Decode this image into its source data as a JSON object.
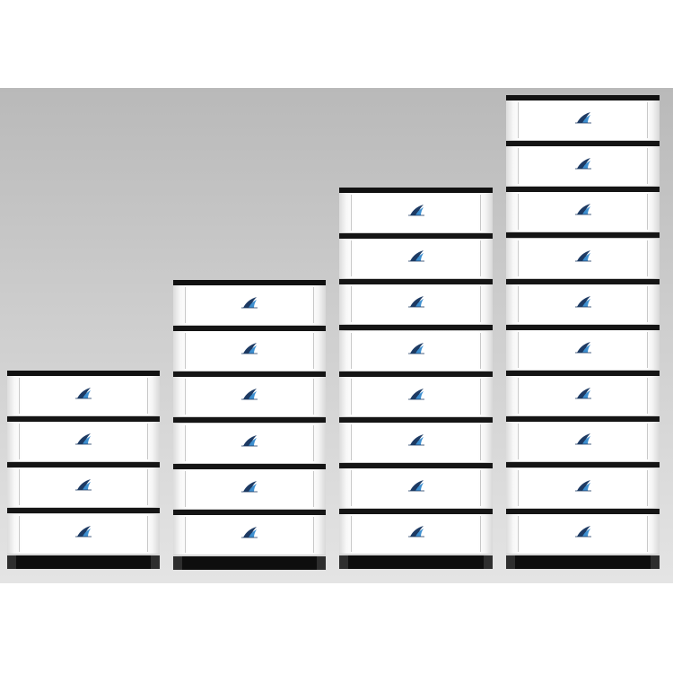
{
  "scene": {
    "subject": "battery-module-stacks",
    "colors": {
      "backdrop_top": "#b9b9b9",
      "backdrop_bottom": "#e4e4e4",
      "module_body": "#ffffff",
      "frame": "#111111",
      "logo_dark": "#1d3a63",
      "logo_light": "#3d8fd0"
    }
  },
  "stacks": [
    {
      "modules": 4
    },
    {
      "modules": 6
    },
    {
      "modules": 8
    },
    {
      "modules": 10
    }
  ],
  "logo": {
    "icon": "sail-fin-logo-icon",
    "text": ""
  }
}
